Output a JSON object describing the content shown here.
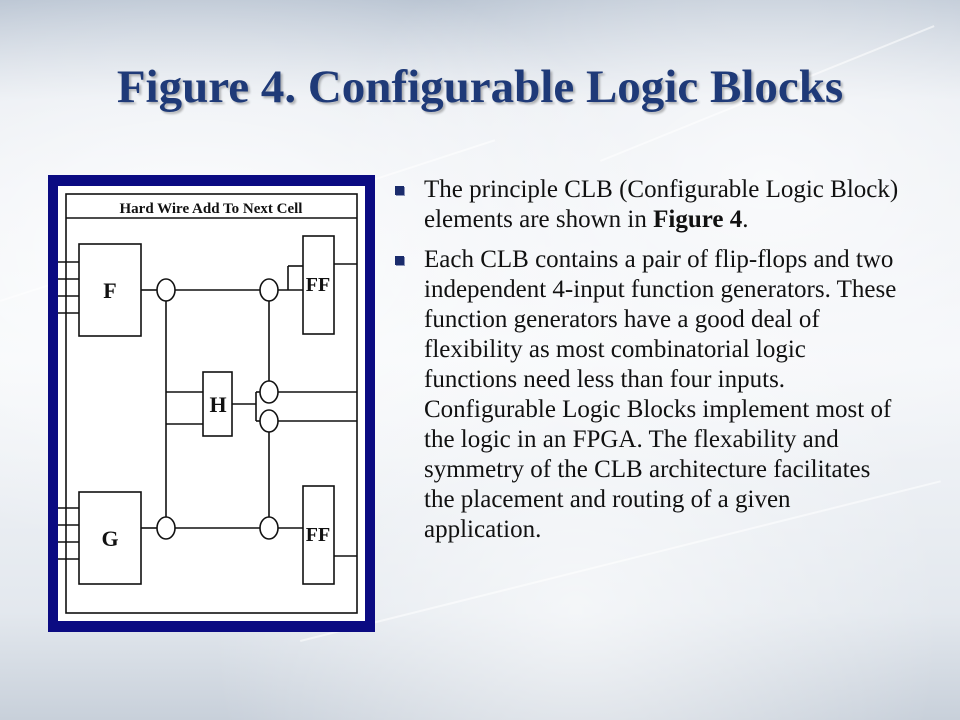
{
  "slide": {
    "title": "Figure 4. Configurable Logic Blocks"
  },
  "figure": {
    "header": "Hard Wire Add To Next Cell",
    "blocks": {
      "f": "F",
      "g": "G",
      "h": "H",
      "ff_top": "FF",
      "ff_bottom": "FF"
    }
  },
  "bullets": [
    {
      "text_before": "The principle CLB (Configurable Logic Block) elements are shown in ",
      "emphasis": "Figure 4",
      "text_after": "."
    },
    {
      "text": "Each CLB contains a pair of flip-flops and two independent 4-input function generators. These function generators have a good deal of flexibility as most combinatorial logic functions need less than four inputs. Configurable Logic Blocks implement most of the logic in an FPGA. The flexability and symmetry of the CLB architecture facilitates the placement and routing of a given application."
    }
  ],
  "colors": {
    "title": "#1f3a78",
    "figure_border": "#0b0b82",
    "bullet_marker": "#1a2b6c"
  }
}
